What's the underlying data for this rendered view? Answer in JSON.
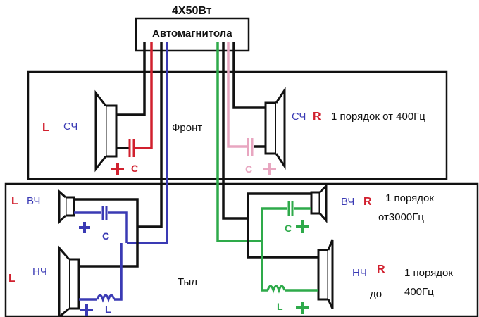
{
  "header": {
    "power": "4X50Вт",
    "unit": "Автомагнитола"
  },
  "front": {
    "title": "Фронт",
    "left": {
      "channel": "L",
      "type": "СЧ",
      "plus": "+",
      "cap": "C"
    },
    "right": {
      "type": "СЧ",
      "channel": "R",
      "filter": "1 порядок от 400Гц",
      "cap": "C",
      "plus": "+"
    }
  },
  "rear": {
    "title": "Тыл",
    "left_hf": {
      "channel": "L",
      "type": "ВЧ",
      "plus": "+",
      "cap": "C"
    },
    "left_lf": {
      "channel": "L",
      "type": "НЧ",
      "plus": "+",
      "coil": "L"
    },
    "right_hf": {
      "type": "ВЧ",
      "channel": "R",
      "filter_line1": "1 порядок",
      "filter_line2": "от3000Гц",
      "cap": "C",
      "plus": "+"
    },
    "right_lf": {
      "type": "НЧ",
      "channel": "R",
      "filter_line1": "1 порядок",
      "pre": "до",
      "filter_line2": "400Гц",
      "coil": "L",
      "plus": "+"
    }
  },
  "colors": {
    "black": "#111111",
    "red": "#d1202e",
    "blue": "#3a3ab4",
    "pink": "#e8a6c0",
    "green": "#2eaa4a"
  }
}
